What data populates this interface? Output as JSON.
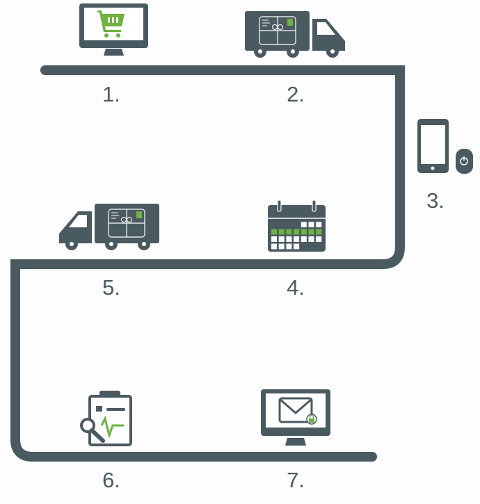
{
  "colors": {
    "primary": "#4a5a61",
    "accent": "#6cb33f",
    "background": "#fdfdfd"
  },
  "steps": [
    {
      "label": "1.",
      "icon": "monitor-shopping-cart-icon"
    },
    {
      "label": "2.",
      "icon": "delivery-truck-icon"
    },
    {
      "label": "3.",
      "icon": "smartphone-mouse-icon"
    },
    {
      "label": "4.",
      "icon": "calendar-icon"
    },
    {
      "label": "5.",
      "icon": "delivery-truck-icon"
    },
    {
      "label": "6.",
      "icon": "clipboard-inspection-icon"
    },
    {
      "label": "7.",
      "icon": "monitor-secure-mail-icon"
    }
  ]
}
